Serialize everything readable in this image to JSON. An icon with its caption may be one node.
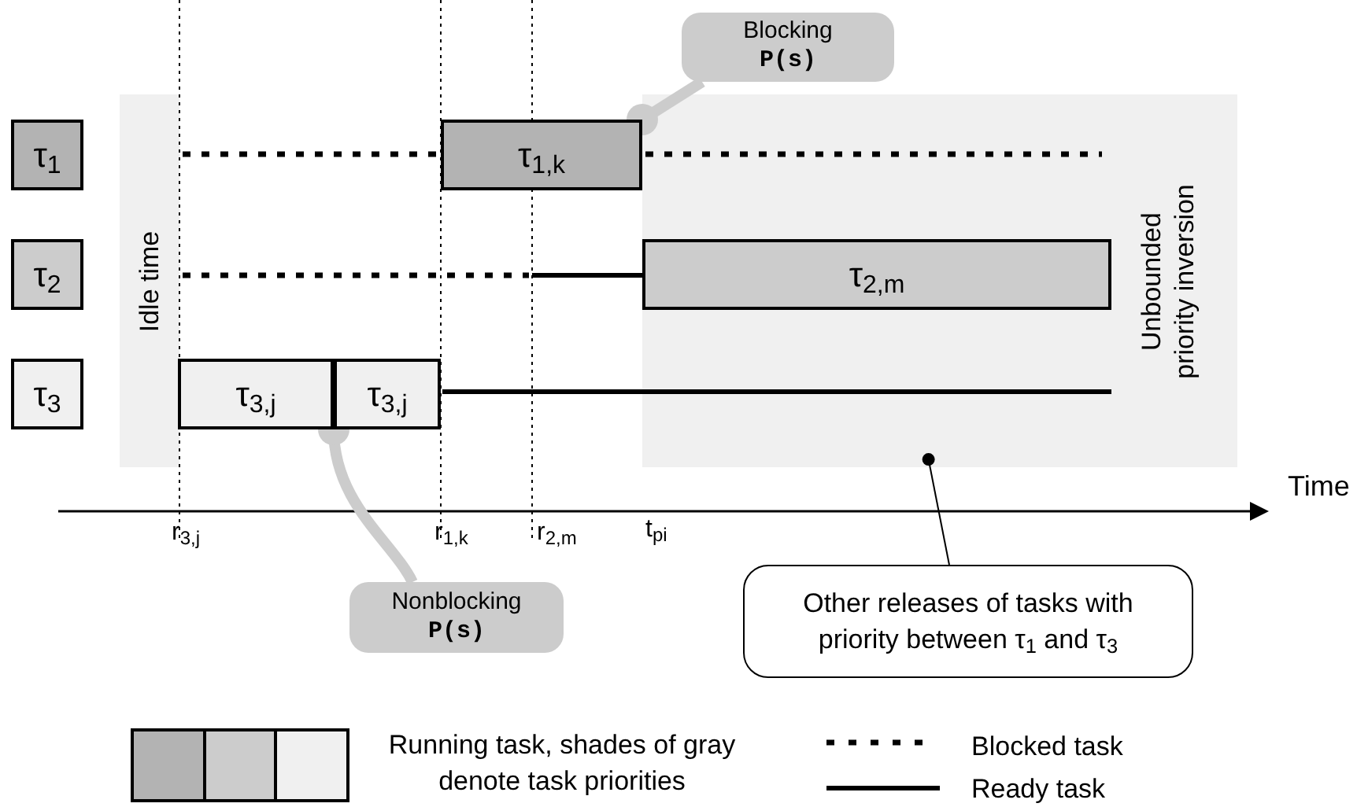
{
  "diagram": {
    "nodes": [
      {
        "text": [
          "Blocking",
          "P(s)"
        ]
      },
      {
        "text": [
          "Idle time"
        ]
      },
      {
        "text": [
          "Unbounded priority inversion"
        ]
      },
      {
        "text": [
          "τ$_{1}$"
        ]
      },
      {
        "text": [
          "τ$_{1,k}$"
        ]
      },
      {
        "text": [
          "τ$_{2}$"
        ]
      },
      {
        "text": [
          "τ$_{2,m}$"
        ],
        "in": 2
      },
      {
        "text": [
          "τ$_{3}$"
        ]
      },
      {
        "text": [
          "τ$_{3,j}$"
        ]
      },
      {
        "text": [
          "τ$_{3,j}$"
        ]
      },
      {
        "text": [
          "Nonblocking",
          "P(s)"
        ]
      },
      {
        "text": [
          "Other releases of tasks with priority between τ$_{1}$ and τ$_{3}$"
        ]
      }
    ],
    "edges": [
      {
        "from": 0,
        "to": 4,
        "arrow": "other"
      },
      {
        "from": 10,
        "to": 8,
        "arrow": "other"
      },
      {
        "from": 11,
        "to": 2,
        "arrow": "other",
        "color": "#000000"
      }
    ],
    "labels": [
      "Time",
      "r$_{3,j}$",
      "r$_{1,k}$",
      "r$_{2,m}$",
      "t$_{pi}$"
    ],
    "legend": [
      {
        "text": "Running task, shades of gray denote task priorities"
      },
      {
        "text": "Blocked task"
      },
      {
        "text": "Ready task"
      }
    ]
  }
}
